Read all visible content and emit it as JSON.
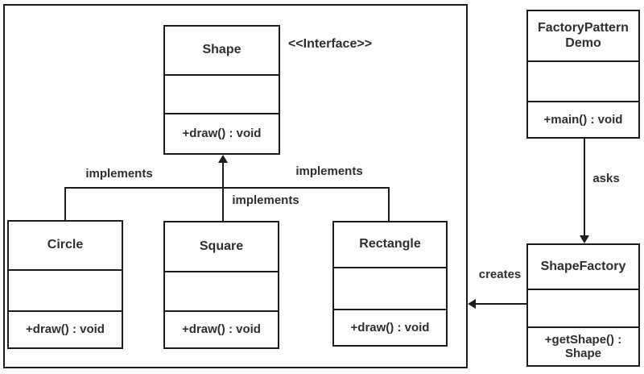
{
  "stereotype": "<<Interface>>",
  "classes": {
    "shape": {
      "name": "Shape",
      "attributes": "",
      "methods": "+draw() : void"
    },
    "circle": {
      "name": "Circle",
      "attributes": "",
      "methods": "+draw() : void"
    },
    "square": {
      "name": "Square",
      "attributes": "",
      "methods": "+draw() : void"
    },
    "rectangle": {
      "name": "Rectangle",
      "attributes": "",
      "methods": "+draw() : void"
    },
    "factory_pattern_demo": {
      "name": "FactoryPattern Demo",
      "attributes": "",
      "methods": "+main() : void"
    },
    "shape_factory": {
      "name": "ShapeFactory",
      "attributes": "",
      "methods": "+getShape() : Shape"
    }
  },
  "relationships": {
    "implements_left": "implements",
    "implements_center": "implements",
    "implements_right": "implements",
    "asks": "asks",
    "creates": "creates"
  },
  "colors": {
    "line": "#1c1c1c",
    "text": "#2f2f2f",
    "background": "#fdfdfd"
  }
}
